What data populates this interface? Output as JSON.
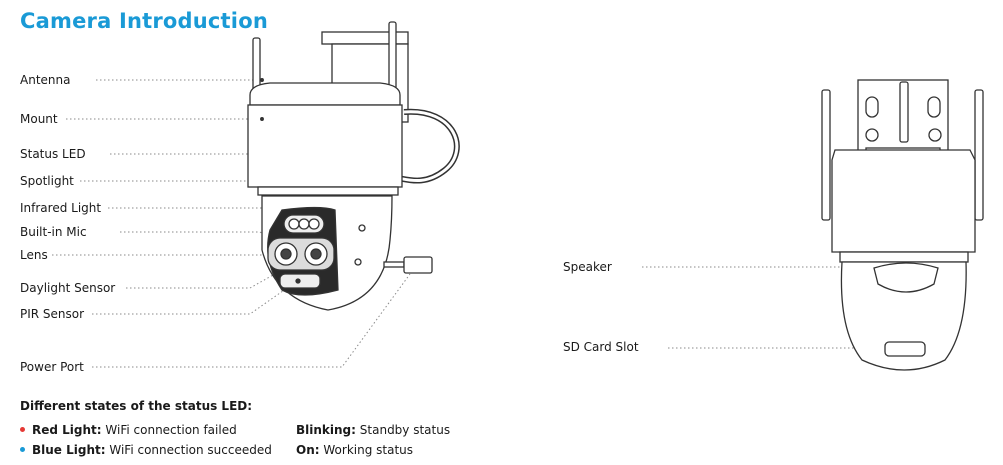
{
  "title": "Camera Introduction",
  "front_labels": [
    "Antenna",
    "Mount",
    "Status LED",
    "Spotlight",
    "Infrared Light",
    "Built-in Mic",
    "Lens",
    "Daylight Sensor",
    "PIR Sensor",
    "Power Port"
  ],
  "back_labels": [
    "Speaker",
    "SD Card Slot"
  ],
  "led_states": {
    "heading": "Different states of the status LED:",
    "items": [
      {
        "label": "Red Light:",
        "desc": "WiFi connection failed",
        "color": "#e53935"
      },
      {
        "label": "Blue Light:",
        "desc": "WiFi connection succeeded",
        "color": "#1a9ad6"
      },
      {
        "label": "Blinking:",
        "desc": "Standby status"
      },
      {
        "label": "On:",
        "desc": "Working status"
      }
    ]
  }
}
